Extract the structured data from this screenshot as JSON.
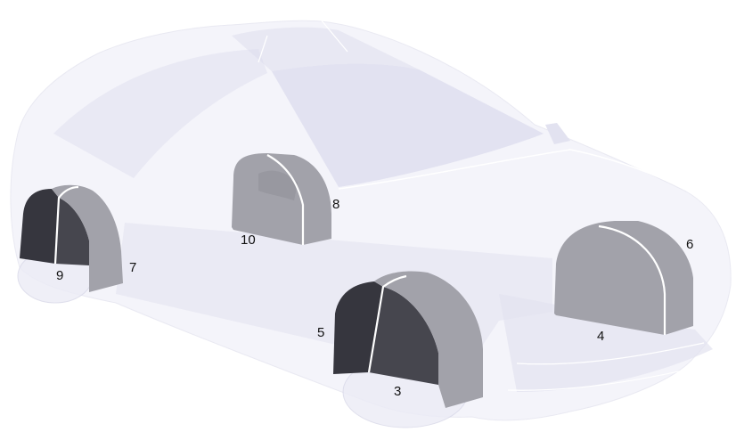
{
  "colors": {
    "background": "#ffffff",
    "car_body": "#ececf6",
    "car_body_shade": "#e2e2f0",
    "glass": "#dcdcee",
    "liner_light": "#a2a2aa",
    "liner_mid": "#8e8e96",
    "liner_dark": "#46464e",
    "liner_darkest": "#36363e",
    "seam": "#ffffff",
    "label": "#111111"
  },
  "wheel_liners": [
    {
      "name": "rear-left",
      "labels": [
        "7",
        "9"
      ]
    },
    {
      "name": "rear-right",
      "labels": [
        "8",
        "10"
      ]
    },
    {
      "name": "front-left",
      "labels": [
        "3",
        "5"
      ]
    },
    {
      "name": "front-right",
      "labels": [
        "4",
        "6"
      ]
    }
  ],
  "labels": {
    "l3": "3",
    "l4": "4",
    "l5": "5",
    "l6": "6",
    "l7": "7",
    "l8": "8",
    "l9": "9",
    "l10": "10"
  }
}
